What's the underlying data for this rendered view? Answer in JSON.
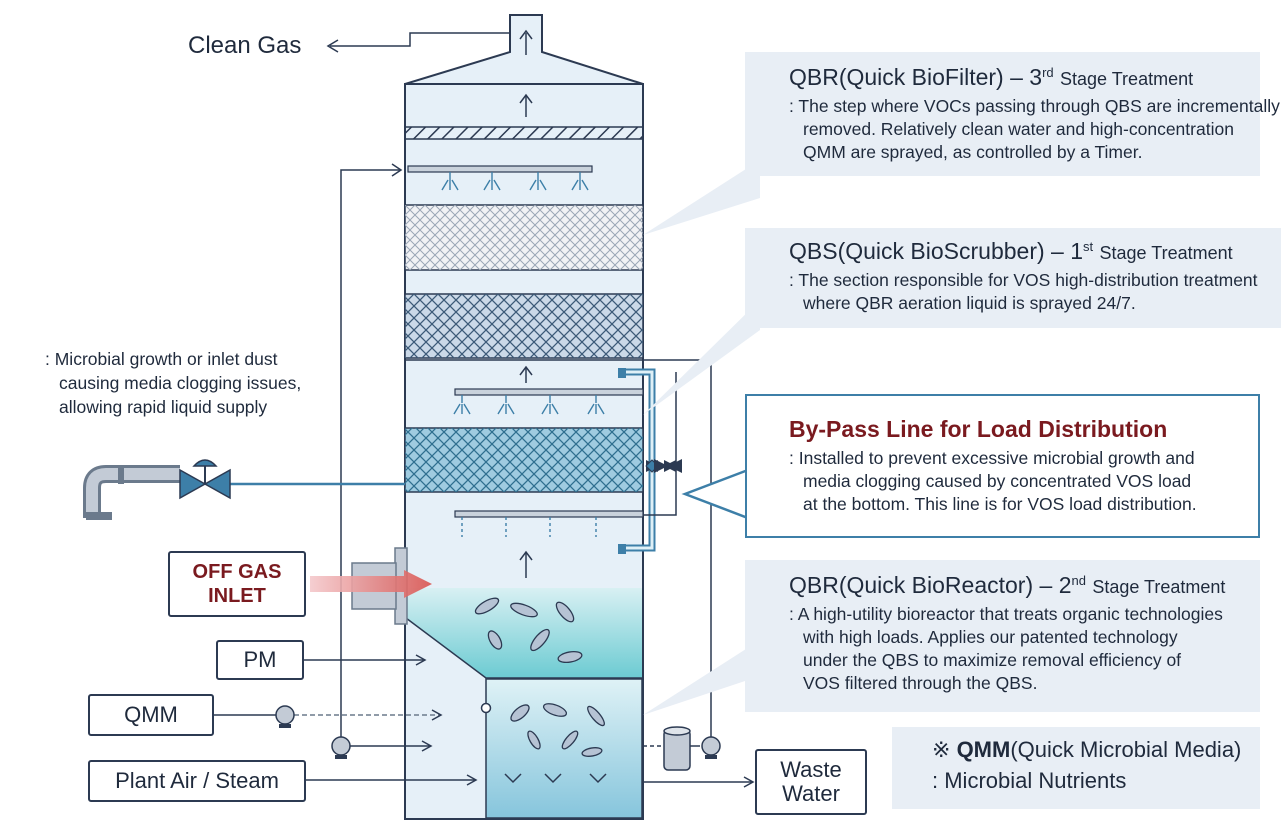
{
  "clean_gas": "Clean Gas",
  "clog_note": [
    ": Microbial growth or inlet dust",
    "causing media clogging issues,",
    "allowing rapid liquid supply"
  ],
  "qbf": {
    "title": "QBR(Quick BioFilter) – 3",
    "ordinal": "rd",
    "stage": "Stage Treatment",
    "desc": [
      ": The step where VOCs passing through QBS are incrementally",
      "removed. Relatively clean water and high-concentration",
      "QMM are sprayed, as controlled by a Timer."
    ]
  },
  "qbs": {
    "title": "QBS(Quick BioScrubber) – 1",
    "ordinal": "st",
    "stage": "Stage Treatment",
    "desc": [
      ": The section responsible for VOS high-distribution treatment",
      "where QBR aeration liquid is sprayed 24/7."
    ]
  },
  "bypass": {
    "title": "By-Pass Line for Load Distribution",
    "desc": [
      ": Installed to prevent excessive microbial growth and",
      "media clogging caused by concentrated VOS load",
      "at the bottom. This line is for VOS load distribution."
    ]
  },
  "qbr": {
    "title": "QBR(Quick BioReactor) – 2",
    "ordinal": "nd",
    "stage": "Stage Treatment",
    "desc": [
      ": A high-utility bioreactor that treats organic technologies",
      "with high loads. Applies our patented technology",
      "under the QBS to maximize removal efficiency of",
      "VOS filtered through the QBS."
    ]
  },
  "qmm_note": {
    "mark": "※",
    "bold": "QMM",
    "rest": "(Quick Microbial Media)",
    "desc": ": Microbial Nutrients"
  },
  "inputs": {
    "pm": "PM",
    "qmm": "QMM",
    "plant_air": "Plant Air / Steam"
  },
  "outputs": {
    "waste": [
      "Waste",
      "Water"
    ]
  },
  "off_gas": [
    "OFF GAS",
    "INLET"
  ],
  "colors": {
    "line": "#2c3a52",
    "tower_fill": "#e6f0f8",
    "accent_teal": "#3d7fa8",
    "red_title": "#7a1a1f",
    "callout_bg": "#e8eef5"
  }
}
